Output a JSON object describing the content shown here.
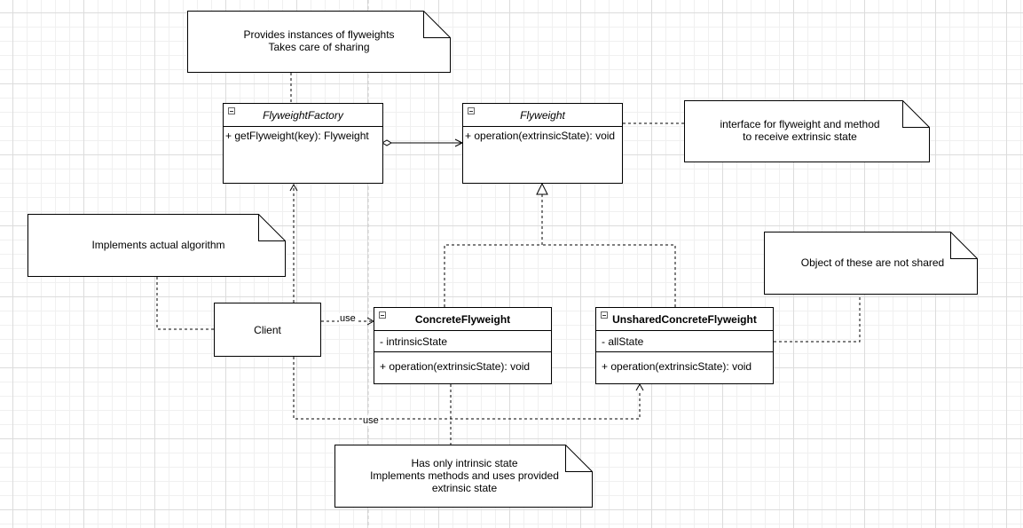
{
  "notes": {
    "factory": [
      "Provides instances of flyweights",
      "Takes care of sharing"
    ],
    "flyweight": [
      "interface for flyweight and method",
      "to receive extrinsic state"
    ],
    "client": [
      "Implements actual algorithm"
    ],
    "unshared": [
      "Object of these are not shared"
    ],
    "concrete": [
      "Has only intrinsic state",
      "Implements methods and uses provided",
      "extrinsic state"
    ]
  },
  "classes": {
    "factory": {
      "name": "FlyweightFactory",
      "method": "+ getFlyweight(key): Flyweight"
    },
    "flyweight": {
      "name": "Flyweight",
      "method": "+ operation(extrinsicState): void"
    },
    "concrete": {
      "name": "ConcreteFlyweight",
      "attribute": "- intrinsicState",
      "method": "+ operation(extrinsicState): void"
    },
    "unshared": {
      "name": "UnsharedConcreteFlyweight",
      "attribute": "- allState",
      "method": "+ operation(extrinsicState): void"
    }
  },
  "client": {
    "label": "Client"
  },
  "edges": {
    "use_concrete": "use",
    "use_unshared": "use"
  }
}
